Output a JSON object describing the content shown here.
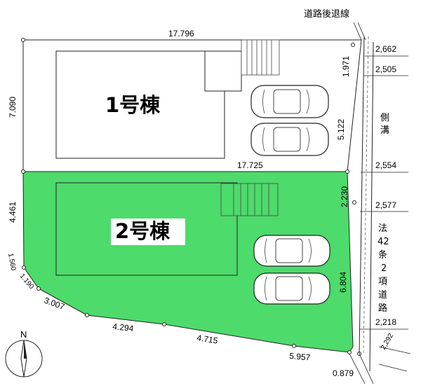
{
  "buildings": {
    "lot1": "1号棟",
    "lot2": "2号棟"
  },
  "road": {
    "setback_label": "道路後退線",
    "gutter_chars": [
      "側",
      "溝"
    ],
    "road_type_chars": [
      "法",
      "42",
      "条",
      "2",
      "項",
      "道",
      "路"
    ],
    "widths": [
      "2,662",
      "2,505",
      "2,554",
      "2,577",
      "2,218",
      "2,292"
    ]
  },
  "dimensions": {
    "top": "17.796",
    "middle": "17.725",
    "left_upper": "7.090",
    "left_lower": "4.461",
    "right_1": "1.971",
    "right_2": "5.122",
    "right_3": "2.230",
    "right_4": "6.804",
    "corner_a": "1.560",
    "corner_b": "1.190",
    "bottom_1": "3.007",
    "bottom_2": "4.294",
    "bottom_3": "4.715",
    "bottom_4": "5.957",
    "bottom_5": "0.879"
  },
  "north": {
    "label": "N"
  },
  "colors": {
    "lot2_fill": "#4ddb6b",
    "line": "#222222"
  }
}
